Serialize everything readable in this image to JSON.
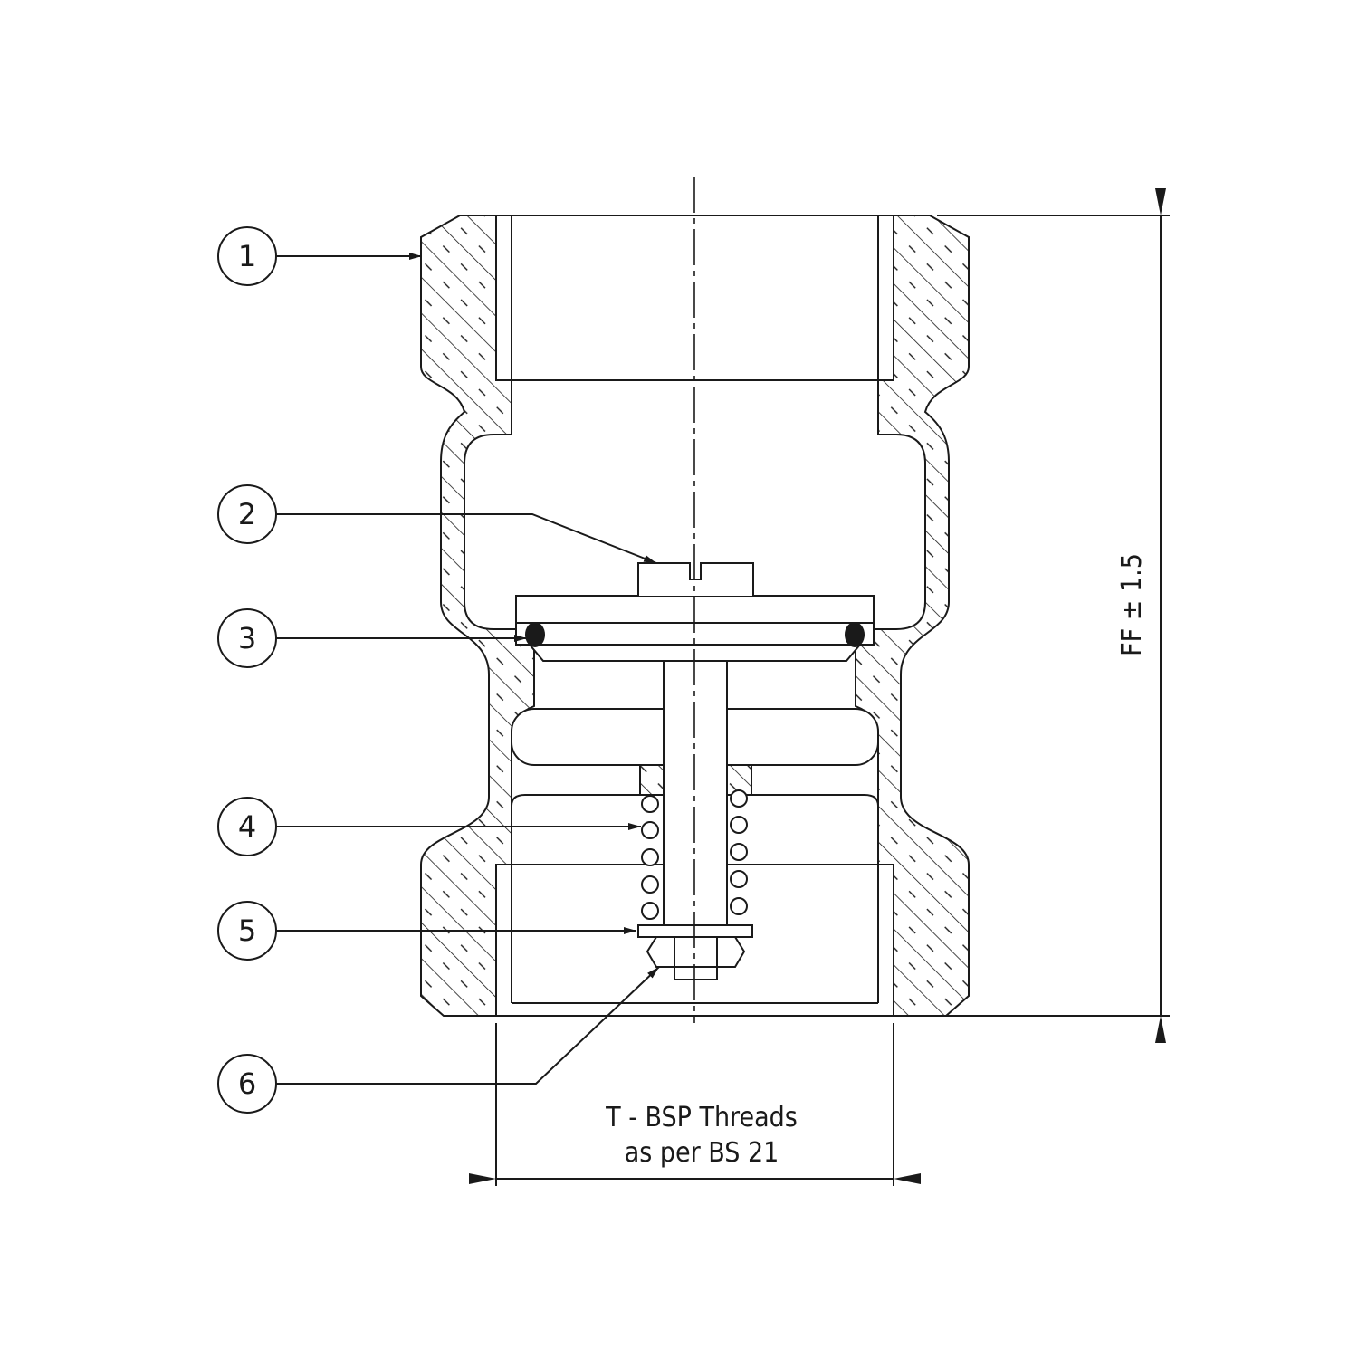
{
  "title": "Spring check valve cross-section",
  "callouts": [
    "1",
    "2",
    "3",
    "4",
    "5",
    "6"
  ],
  "dimensions": {
    "height_label": "FF ± 1.5",
    "thread_label_line1": "T - BSP Threads",
    "thread_label_line2": "as per BS 21"
  },
  "colors": {
    "line": "#1a1a1a",
    "background": "#ffffff"
  }
}
